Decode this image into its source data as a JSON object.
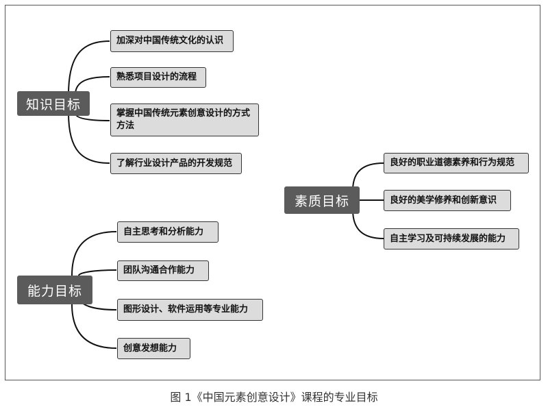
{
  "groups": [
    {
      "label": "知识目标",
      "items": [
        "加深对中国传统文化的认识",
        "熟悉项目设计的流程",
        "掌握中国传统元素创意设计的方式方法",
        "了解行业设计产品的开发规范"
      ]
    },
    {
      "label": "素质目标",
      "items": [
        "良好的职业道德素养和行为规范",
        "良好的美学修养和创新意识",
        "自主学习及可持续发展的能力"
      ]
    },
    {
      "label": "能力目标",
      "items": [
        "自主思考和分析能力",
        "团队沟通合作能力",
        "图形设计、软件运用等专业能力",
        "创意发想能力"
      ]
    }
  ],
  "caption": "图 1《中国元素创意设计》课程的专业目标"
}
